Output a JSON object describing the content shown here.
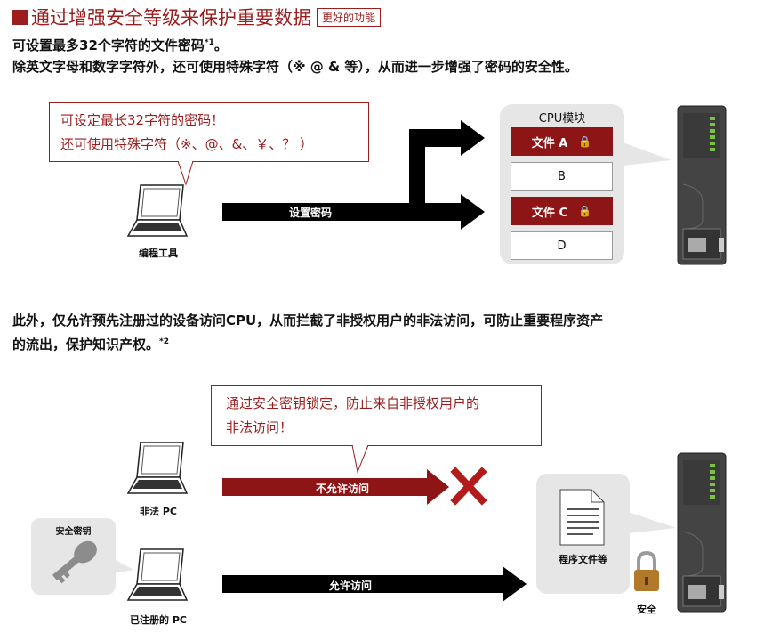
{
  "header": {
    "title": "通过增强安全等级来保护重要数据",
    "badge": "更好的功能"
  },
  "section1": {
    "line1": "可设置最多32个字符的文件密码",
    "line1_note": "*1",
    "line1_end": "。",
    "line2": "除英文字母和数字字符外，还可使用特殊字符（※ @ & 等），从而进一步增强了密码的安全性。",
    "callout_line1": "可设定最长32字符的密码！",
    "callout_line2": "还可使用特殊字符（※、@、&、￥、？ ）",
    "tool_label": "编程工具",
    "arrow_label": "设置密码",
    "cpu_title": "CPU模块",
    "files": [
      {
        "label": "文件 A",
        "locked": true
      },
      {
        "label": "B",
        "locked": false
      },
      {
        "label": "文件 C",
        "locked": true
      },
      {
        "label": "D",
        "locked": false
      }
    ]
  },
  "section2": {
    "line1": "此外，仅允许预先注册过的设备访问CPU，从而拦截了非授权用户的非法访问，可防止重要程序资产",
    "line2": "的流出，保护知识产权。",
    "line2_note": "*2",
    "callout_line1": "通过安全密钥锁定，防止来自非授权用户的",
    "callout_line2": "非法访问！",
    "illegal_pc_label": "非法 PC",
    "deny_arrow_label": "不允许访问",
    "key_label": "安全密钥",
    "registered_pc_label": "已注册的 PC",
    "allow_arrow_label": "允许访问",
    "program_file_label": "程序文件等",
    "safe_label": "安全"
  },
  "colors": {
    "accent": "#9b1d1d",
    "file_locked": "#8e1515",
    "arrow_dark": "#000000",
    "cpu_bg": "#e6e6e6"
  }
}
